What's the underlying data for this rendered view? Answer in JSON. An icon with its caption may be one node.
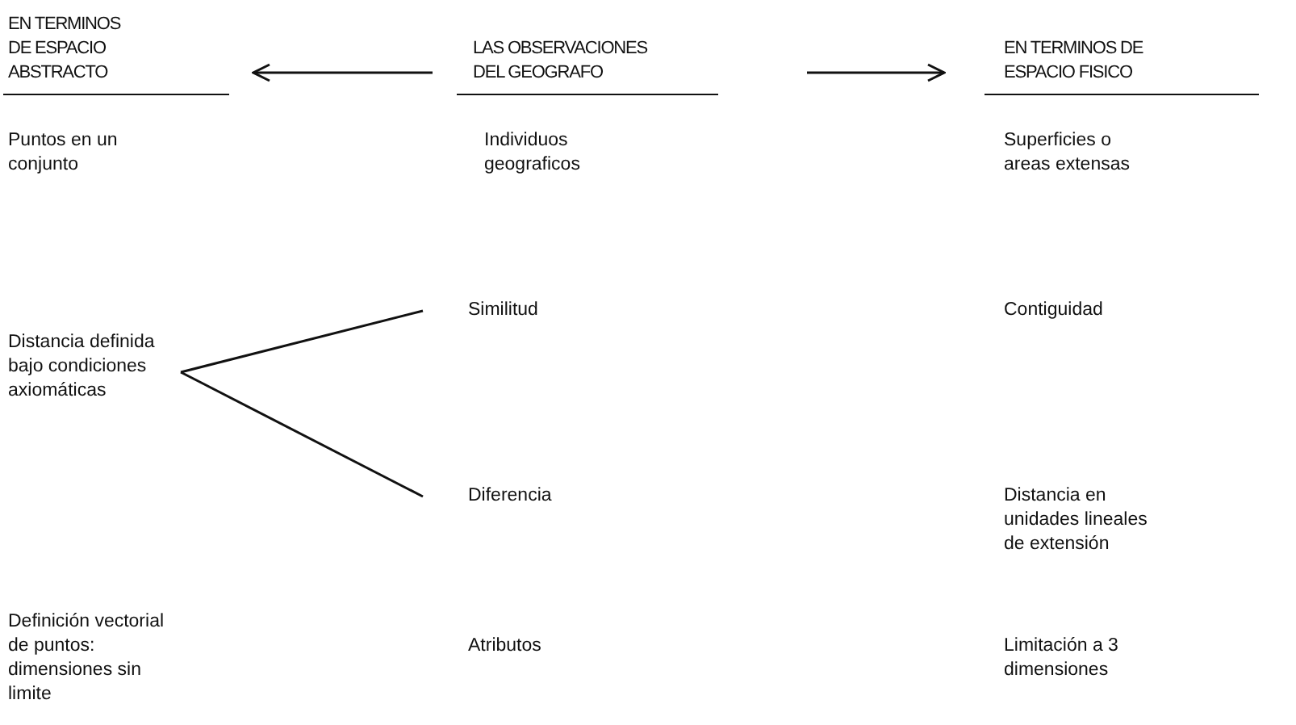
{
  "diagram": {
    "nodes": [
      {
        "text": [
          "EN TERMINOS DE ESPACIO ABSTRACTO"
        ]
      },
      {
        "text": [
          "LAS OBSERVACIONES DEL GEOGRAFO"
        ]
      },
      {
        "text": [
          "EN TERMINOS DE ESPACIO FISICO"
        ]
      },
      {
        "text": [
          "Distancia definida bajo condiciones axiomáticas"
        ]
      },
      {
        "text": [
          "Similitud"
        ]
      },
      {
        "text": [
          "Diferencia"
        ]
      }
    ],
    "edges": [
      {
        "from": 1,
        "to": 0,
        "arrow": "to"
      },
      {
        "from": 1,
        "to": 2,
        "arrow": "to"
      },
      {
        "from": 4,
        "to": 3,
        "arrow": "none"
      },
      {
        "from": 5,
        "to": 3,
        "arrow": "none"
      }
    ],
    "labels": [
      "Puntos en un conjunto",
      "Individuos geograficos",
      "Superficies o areas extensas",
      "Contiguidad",
      "Distancia en unidades lineales de extensión",
      "Definición vectorial de puntos: dimensiones sin limite",
      "Atributos",
      "Limitación a 3 dimensiones"
    ]
  }
}
